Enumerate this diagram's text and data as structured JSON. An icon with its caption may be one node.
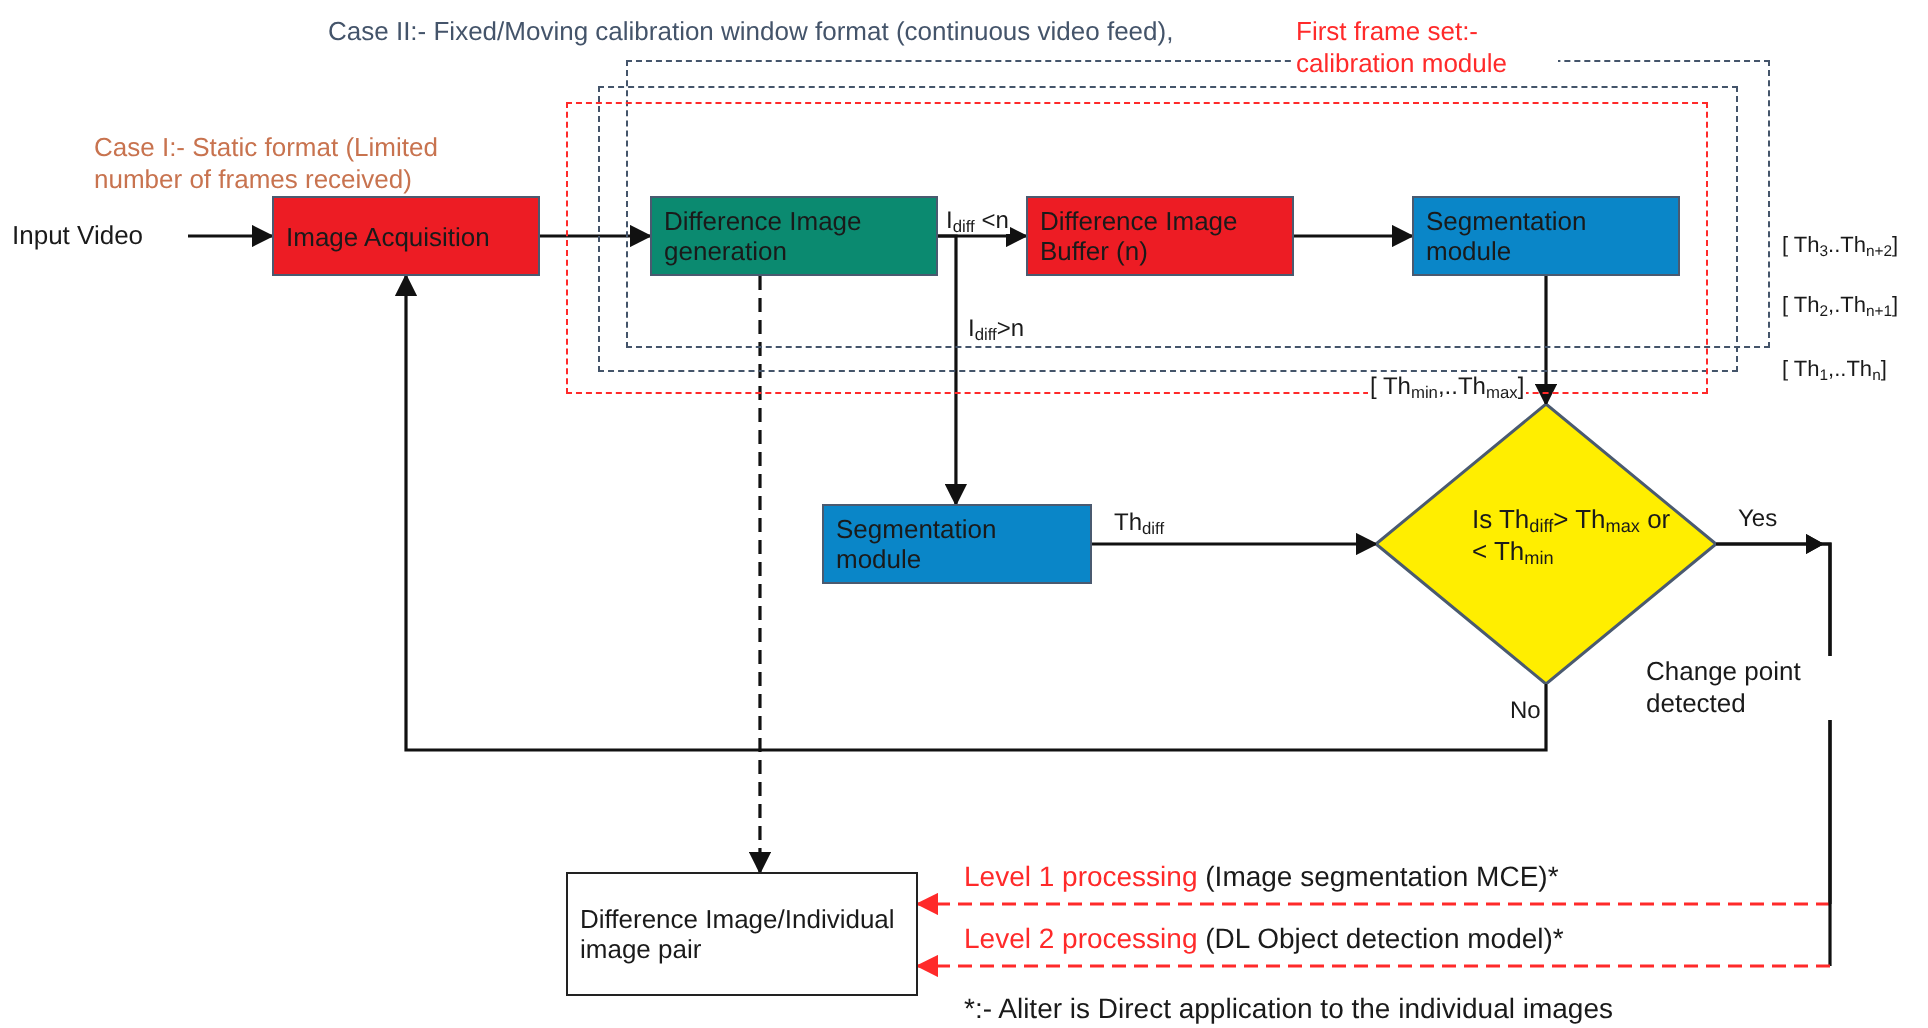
{
  "diagram": {
    "nodes": [
      {
        "text": [
          "Input Video"
        ]
      },
      {
        "text": [
          "Image Acquisition"
        ]
      },
      {
        "text": [
          "Difference Image generation"
        ]
      },
      {
        "text": [
          "Difference Image Buffer (n)"
        ]
      },
      {
        "text": [
          "Segmentation module"
        ]
      },
      {
        "text": [
          "Segmentation module"
        ]
      },
      {
        "text": [
          "Is Th$_{diff}$> Th$_{max}$ or < Th$_{min}$"
        ]
      },
      {
        "text": [
          "Difference Image/Individual image pair"
        ]
      }
    ],
    "edges": [
      {
        "from": 0,
        "to": 1,
        "arrow": "to"
      },
      {
        "from": 1,
        "to": 2,
        "arrow": "to"
      },
      {
        "from": 2,
        "to": 3,
        "arrow": "to",
        "label": "I$_{diff}$ <n"
      },
      {
        "from": 2,
        "to": 5,
        "arrow": "to",
        "label": "I$_{diff}$>n"
      },
      {
        "from": 3,
        "to": 4,
        "arrow": "to"
      },
      {
        "from": 4,
        "to": 6,
        "arrow": "to",
        "label": "[ Th$_{min}$,..Th$_{max}$]"
      },
      {
        "from": 5,
        "to": 6,
        "arrow": "to",
        "label": "Th$_{diff}$"
      },
      {
        "from": 6,
        "to": 1,
        "arrow": "to",
        "label": "No"
      },
      {
        "from": 2,
        "to": 7,
        "arrow": "to",
        "style": "dashed"
      },
      {
        "from": 6,
        "to": 7,
        "arrow": "to",
        "style": "dashed",
        "color": "#ff2a2a",
        "label": "Level 1 processing (Image segmentation MCE)*"
      },
      {
        "from": 6,
        "to": 7,
        "arrow": "to",
        "style": "dashed",
        "color": "#ff2a2a",
        "label": "Level 2 processing (DL Object detection model)*"
      }
    ],
    "labels": [
      "Case II:- Fixed/Moving calibration window format (continuous video feed),",
      "First frame set:- calibration module",
      "Case I:- Static format (Limited number of frames received)",
      "[ Th$_{3}$..Th$_{n+2}$]",
      "[ Th$_{2}$,.Th$_{n+1}$]",
      "[ Th$_{1}$,..Th$_{n}$]",
      "Yes",
      "Change point detected",
      "*:- Aliter is Direct application to the individual images"
    ]
  }
}
